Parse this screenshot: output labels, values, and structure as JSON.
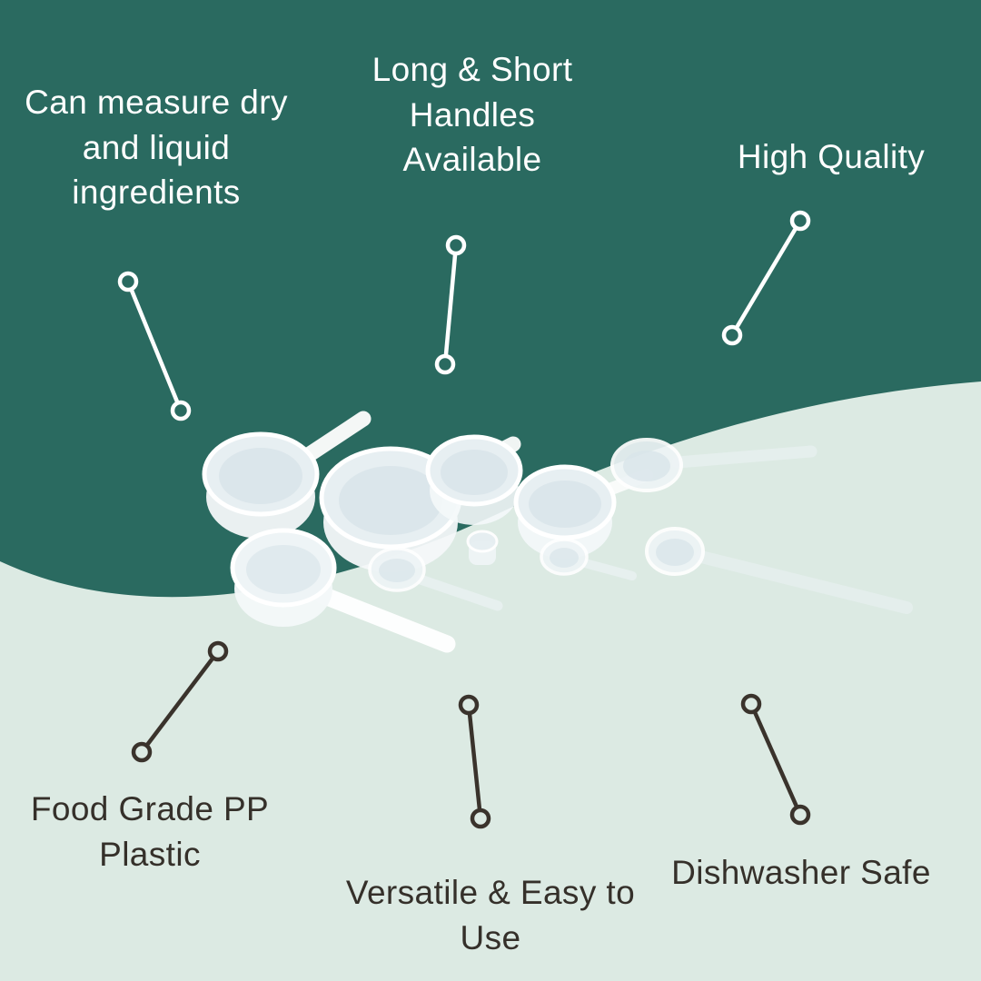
{
  "colors": {
    "teal_background": "#2a6a60",
    "mint_background": "#dceae3",
    "light_text": "#ffffff",
    "dark_text": "#35302a",
    "connector_light": "#ffffff",
    "connector_dark": "#3a332c",
    "scoop_white": "#f4f8f9"
  },
  "product_image": "white-plastic-measuring-scoops-set",
  "callouts": {
    "top_left": {
      "label": "Can measure dry\nand liquid\ningredients"
    },
    "top_center": {
      "label": "Long & Short\nHandles\nAvailable"
    },
    "top_right": {
      "label": "High Quality"
    },
    "bottom_left": {
      "label": "Food Grade PP\nPlastic"
    },
    "bottom_center": {
      "label": "Versatile & Easy to\nUse"
    },
    "bottom_right": {
      "label": "Dishwasher Safe"
    }
  }
}
